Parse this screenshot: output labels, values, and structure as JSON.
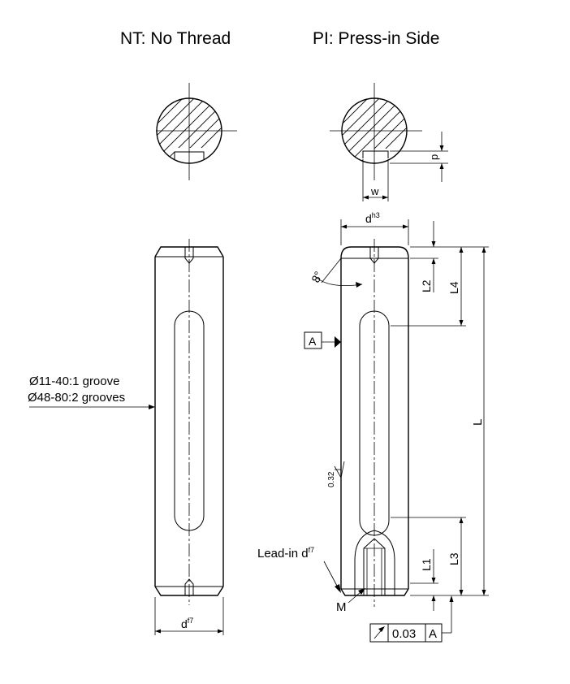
{
  "titles": {
    "nt": "NT: No Thread",
    "pi": "PI: Press-in Side"
  },
  "labels": {
    "w": "w",
    "p": "p",
    "d_base": "d",
    "d_sup_h3": "h3",
    "d_sup_f7": "f7",
    "L": "L",
    "L1": "L1",
    "L2": "L2",
    "L3": "L3",
    "L4": "L4",
    "angle": "8°",
    "datum": "A",
    "roughness": "0.32",
    "groove_1": "Ø11-40:1 groove",
    "groove_2": "Ø48-80:2 grooves",
    "lead_in": "Lead-in d",
    "M": "M",
    "tol_value": "0.03",
    "tol_datum": "A"
  }
}
